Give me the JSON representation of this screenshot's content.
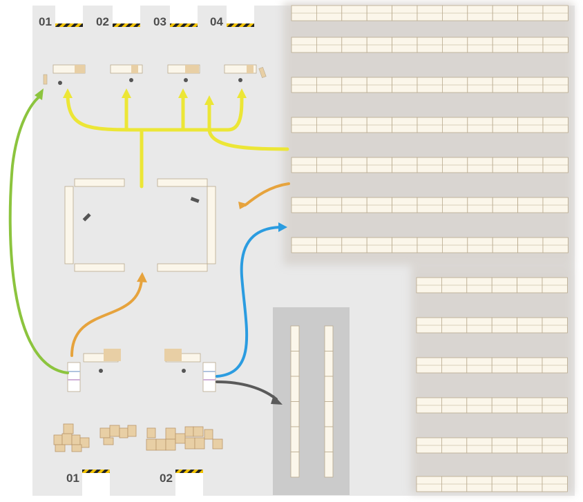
{
  "dock_doors": {
    "top": [
      "01",
      "02",
      "03",
      "04"
    ],
    "bottom": [
      "01",
      "02"
    ]
  },
  "colors": {
    "floor": "#e9e9e9",
    "aisle_shade": "#d6d2ce",
    "dark_zone": "#cbcbcb",
    "rack": "#fbf6ea",
    "rack_stroke": "#b8a98c",
    "pallet_box": "#e8cfa5",
    "flow_picking": "#ece636",
    "flow_putaway": "#e6a33d",
    "flow_replenish": "#2b9ce0",
    "flow_dispatch": "#8cc43e",
    "flow_returns": "#5a5a5a",
    "hazard_black": "#222222",
    "hazard_yellow": "#f2c300"
  },
  "icons": [
    "forklift-icon",
    "pallet-jack-icon",
    "cart-icon"
  ]
}
